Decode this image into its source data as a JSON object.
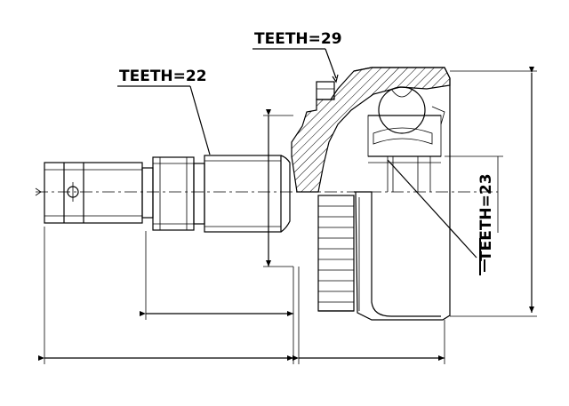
{
  "labels": {
    "teeth_top": "TEETH=29",
    "teeth_left": "TEETH=22",
    "teeth_right": "TEETH=23"
  }
}
